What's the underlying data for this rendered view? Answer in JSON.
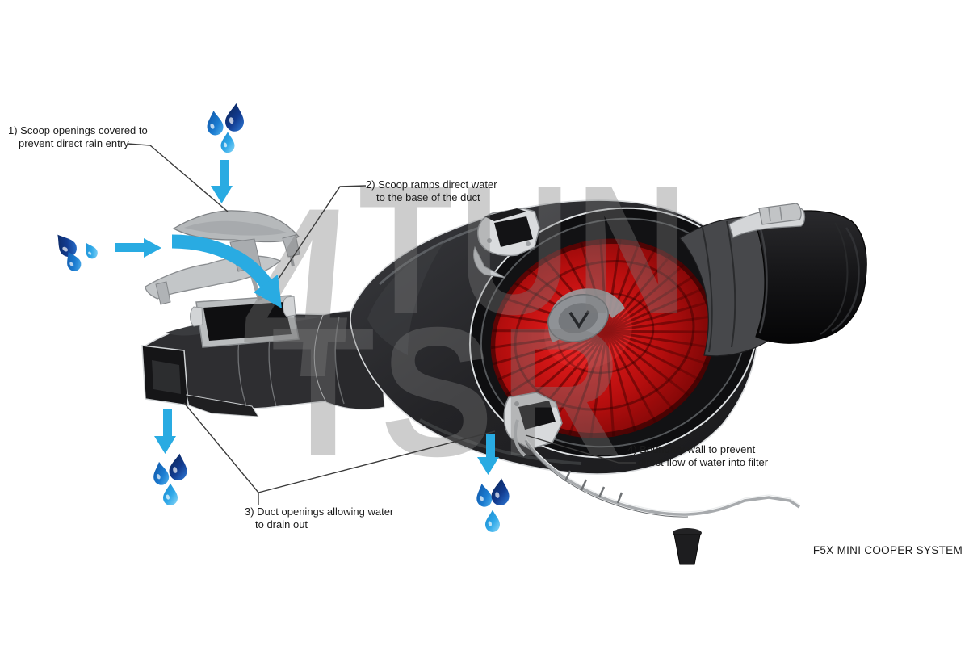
{
  "page": {
    "background": "#ffffff"
  },
  "footer": {
    "label": "F5X MINI COOPER SYSTEM"
  },
  "watermark": {
    "prefix": "4",
    "line1": "TUN",
    "line2": "TSR"
  },
  "callouts": {
    "c1": {
      "line1": "1) Scoop openings covered to",
      "line2": "prevent direct rain entry"
    },
    "c2": {
      "line1": "2) Scoop ramps direct water",
      "line2": "to the base of the duct"
    },
    "c3": {
      "line1": "3) Duct openings allowing water",
      "line2": "to drain out"
    },
    "c4": {
      "line1": "4) Boundary wall to prevent",
      "line2": "direct flow of water into filter"
    }
  },
  "colors": {
    "flow_arrow": "#29ABE2",
    "filter_red": "#C11212",
    "drop_dark": "#122F6B",
    "drop_mid": "#1660C0",
    "drop_light": "#36A6E6",
    "watermark_gray": "#D2D2D2",
    "callout_text": "#1C1C1C",
    "housing_dark": "#27272A",
    "metal_light": "#D4D6D8"
  },
  "icons": {
    "water_drop": "teardrop-shape",
    "flow_arrow": "solid-cyan-arrow"
  }
}
